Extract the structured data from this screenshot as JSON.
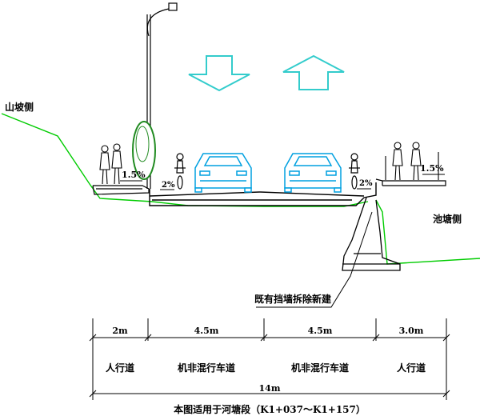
{
  "labels": {
    "mountain_side": "山坡侧",
    "pond_side": "池塘侧",
    "slope_left": "1.5%",
    "slope_left_lane": "2%",
    "slope_right_lane": "2%",
    "slope_right": "1.5%",
    "retaining_wall": "既有挡墙拆除新建"
  },
  "dimensions": {
    "segments": [
      {
        "width": "2m",
        "name": "人行道"
      },
      {
        "width": "4.5m",
        "name": "机非混行车道"
      },
      {
        "width": "4.5m",
        "name": "机非混行车道"
      },
      {
        "width": "3.0m",
        "name": "人行道"
      }
    ],
    "total": "14m"
  },
  "caption": "本图适用于河塘段（K1+037～K1+157）",
  "colors": {
    "line": "#000000",
    "ground": "#00cc00",
    "arrow": "#33cccc",
    "car": "#00a0e0",
    "tree": "#228b22"
  }
}
